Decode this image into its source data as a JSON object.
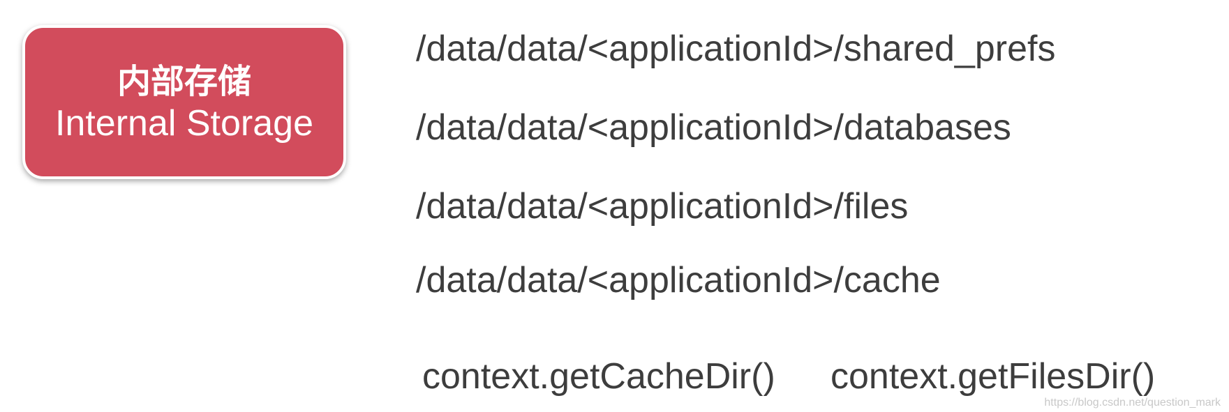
{
  "storage_box": {
    "title_cn": "内部存储",
    "title_en": "Internal Storage"
  },
  "paths": [
    "/data/data/<applicationId>/shared_prefs",
    "/data/data/<applicationId>/databases",
    "/data/data/<applicationId>/files",
    "/data/data/<applicationId>/cache"
  ],
  "methods": [
    "context.getCacheDir()",
    "context.getFilesDir()"
  ],
  "watermark": "https://blog.csdn.net/question_mark",
  "colors": {
    "box_fill": "#d24c5c",
    "text": "#3d3d3d"
  }
}
